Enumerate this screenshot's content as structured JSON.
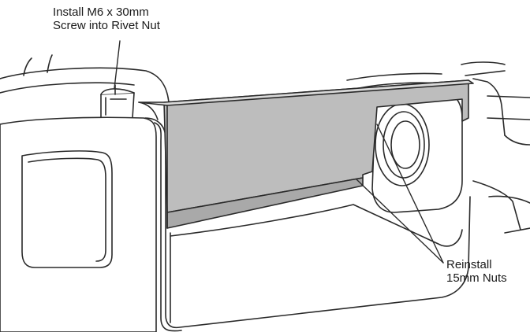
{
  "callouts": {
    "install_screw": {
      "line1": "Install M6 x 30mm",
      "line2": "Screw into Rivet Nut"
    },
    "reinstall_nuts": {
      "line1": "Reinstall",
      "line2": "15mm Nuts"
    }
  },
  "colors": {
    "outline": "#2a2a2a",
    "panel_fill": "#bdbdbd",
    "panel_shadow": "#a9a9a9",
    "background": "#ffffff"
  }
}
